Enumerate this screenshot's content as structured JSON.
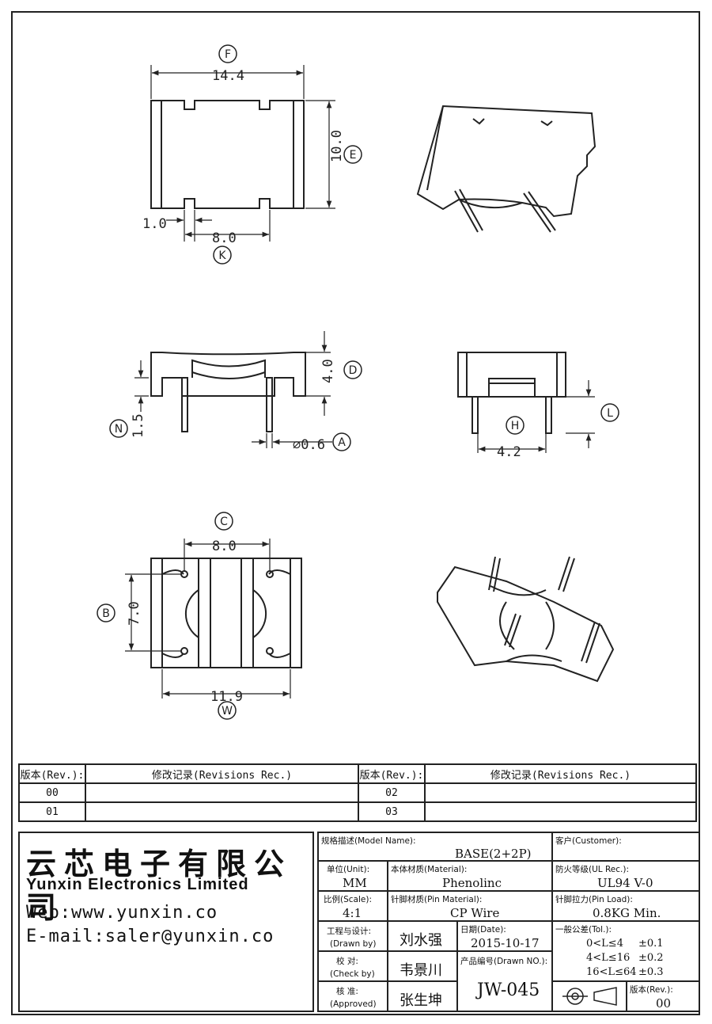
{
  "dimensions": {
    "F": {
      "label": "F",
      "value": "14.4"
    },
    "E": {
      "label": "E",
      "value": "10.0"
    },
    "K": {
      "label": "K",
      "value": "8.0"
    },
    "pin_offset": "1.0",
    "D": {
      "label": "D",
      "value": "4.0"
    },
    "N": {
      "label": "N",
      "value": "1.5"
    },
    "A": {
      "label": "A",
      "value": "⌀0.6"
    },
    "H": {
      "label": "H",
      "value": "4.2"
    },
    "L": {
      "label": "L",
      "value": ""
    },
    "C": {
      "label": "C",
      "value": "8.0"
    },
    "B": {
      "label": "B",
      "value": "7.0"
    },
    "W": {
      "label": "W",
      "value": "11.9"
    }
  },
  "revisions": {
    "header_rev": "版本(Rev.):",
    "header_rec": "修改记录(Revisions Rec.)",
    "rows": [
      {
        "rev_left": "00",
        "rec_left": "",
        "rev_right": "02",
        "rec_right": ""
      },
      {
        "rev_left": "01",
        "rec_left": "",
        "rev_right": "03",
        "rec_right": ""
      }
    ]
  },
  "company": {
    "name_cn": "云芯电子有限公司",
    "name_en": "Yunxin Electronics Limited",
    "web": "Web:www.yunxin.co",
    "email": "E-mail:saler@yunxin.co"
  },
  "title_block": {
    "model_label": "规格描述(Model Name):",
    "model_value": "BASE(2+2P)",
    "customer_label": "客户(Customer):",
    "customer_value": "",
    "unit_label": "单位(Unit):",
    "unit_value": "MM",
    "material_label": "本体材质(Material):",
    "material_value": "Phenolinc",
    "ul_label": "防火等级(UL Rec.):",
    "ul_value": "UL94 V-0",
    "scale_label": "比例(Scale):",
    "scale_value": "4:1",
    "pin_material_label": "针脚材质(Pin Material):",
    "pin_material_value": "CP Wire",
    "pin_load_label": "针脚拉力(Pin Load):",
    "pin_load_value": "0.8KG Min.",
    "drawn_label_cn": "工程与设计:",
    "drawn_label_en": "(Drawn by)",
    "drawn_value": "刘水强",
    "date_label": "日期(Date):",
    "date_value": "2015-10-17",
    "tol_label": "一般公差(Tol.):",
    "tol_rows": [
      {
        "range": "0<L≤4",
        "tol": "±0.1"
      },
      {
        "range": "4<L≤16",
        "tol": "±0.2"
      },
      {
        "range": "16<L≤64",
        "tol": "±0.3"
      }
    ],
    "check_label_cn": "校 对:",
    "check_label_en": "(Check by)",
    "check_value": "韦景川",
    "drawing_no_label": "产品编号(Drawn NO.):",
    "drawing_no_value": "JW-045",
    "approved_label_cn": "核 准:",
    "approved_label_en": "(Approved)",
    "approved_value": "张生坤",
    "rev_label": "版本(Rev.):",
    "rev_value": "00"
  }
}
